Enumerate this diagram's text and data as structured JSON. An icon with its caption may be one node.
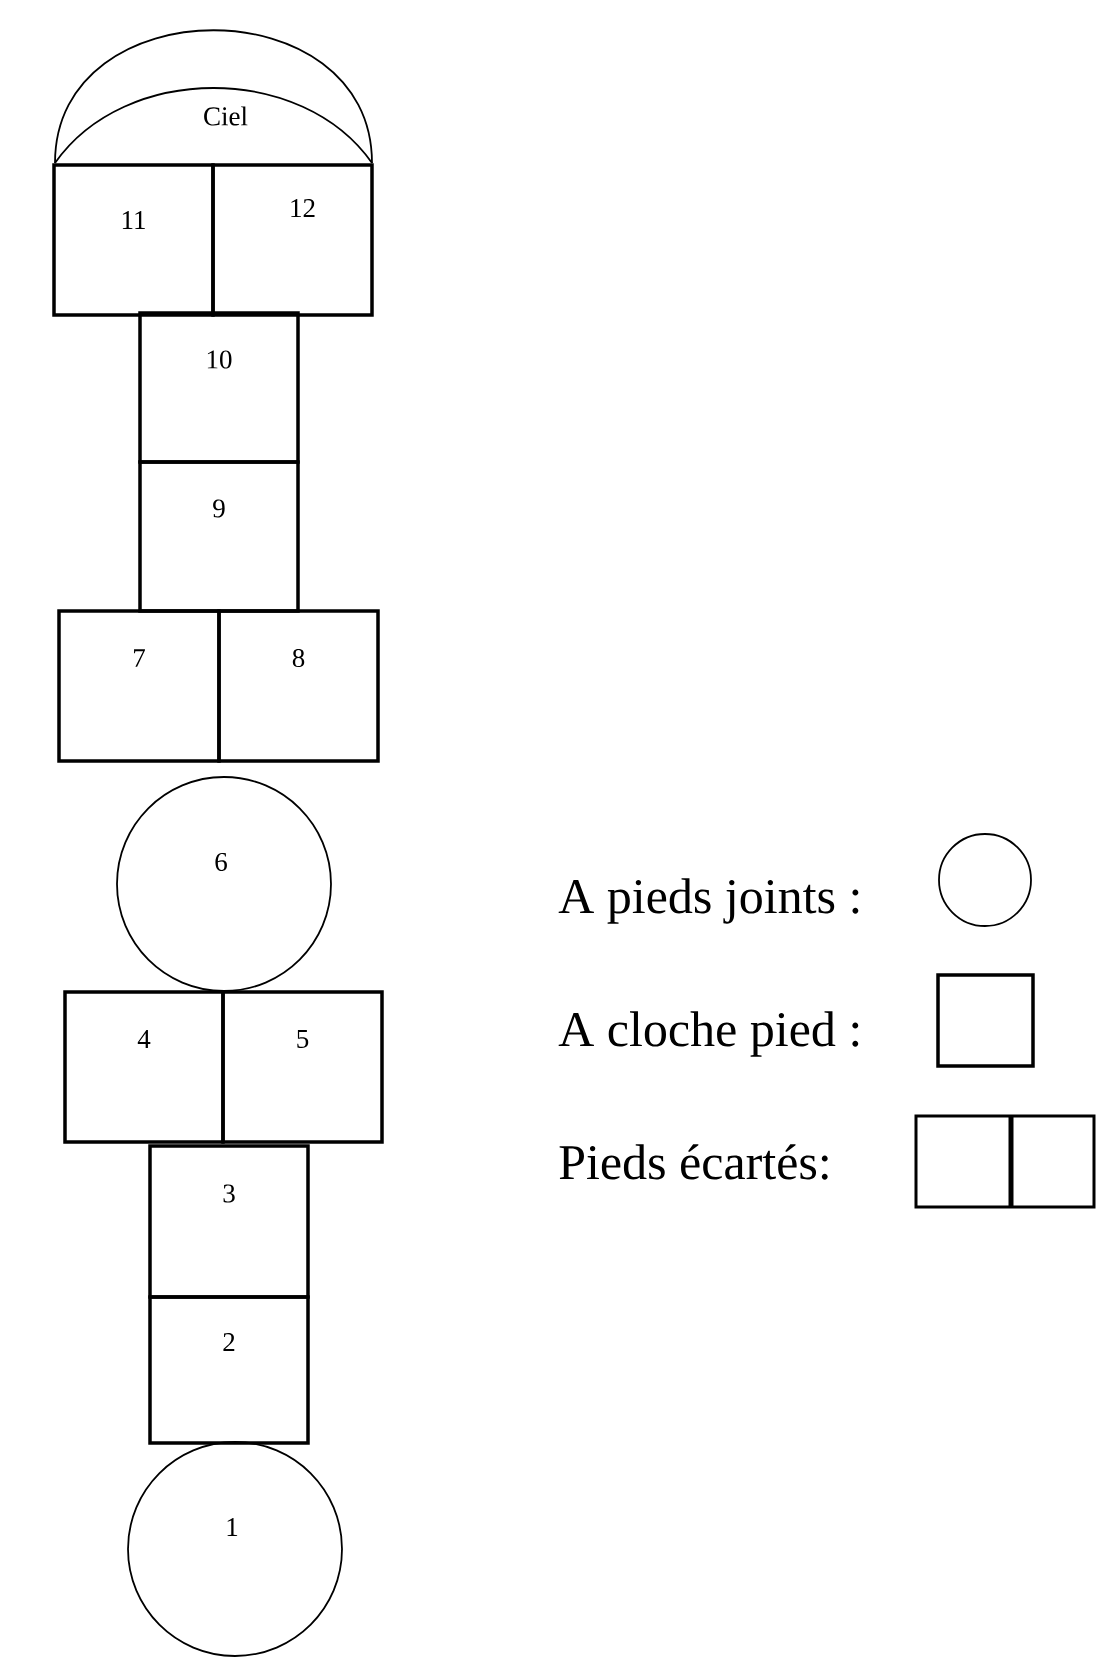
{
  "diagram": {
    "nodes": [
      {
        "text": [
          "Ciel"
        ]
      },
      {
        "text": [
          "11"
        ]
      },
      {
        "text": [
          "12"
        ]
      },
      {
        "text": [
          "10"
        ]
      },
      {
        "text": [
          "9"
        ]
      },
      {
        "text": [
          "7"
        ]
      },
      {
        "text": [
          "8"
        ]
      },
      {
        "text": [
          "6"
        ]
      },
      {
        "text": [
          "4"
        ]
      },
      {
        "text": [
          "5"
        ]
      },
      {
        "text": [
          "3"
        ]
      },
      {
        "text": [
          "2"
        ]
      },
      {
        "text": [
          "1"
        ]
      }
    ],
    "legend": [
      {
        "text": "A pieds joints :"
      },
      {
        "text": "A cloche pied :"
      },
      {
        "text": "Pieds écartés:"
      }
    ]
  }
}
